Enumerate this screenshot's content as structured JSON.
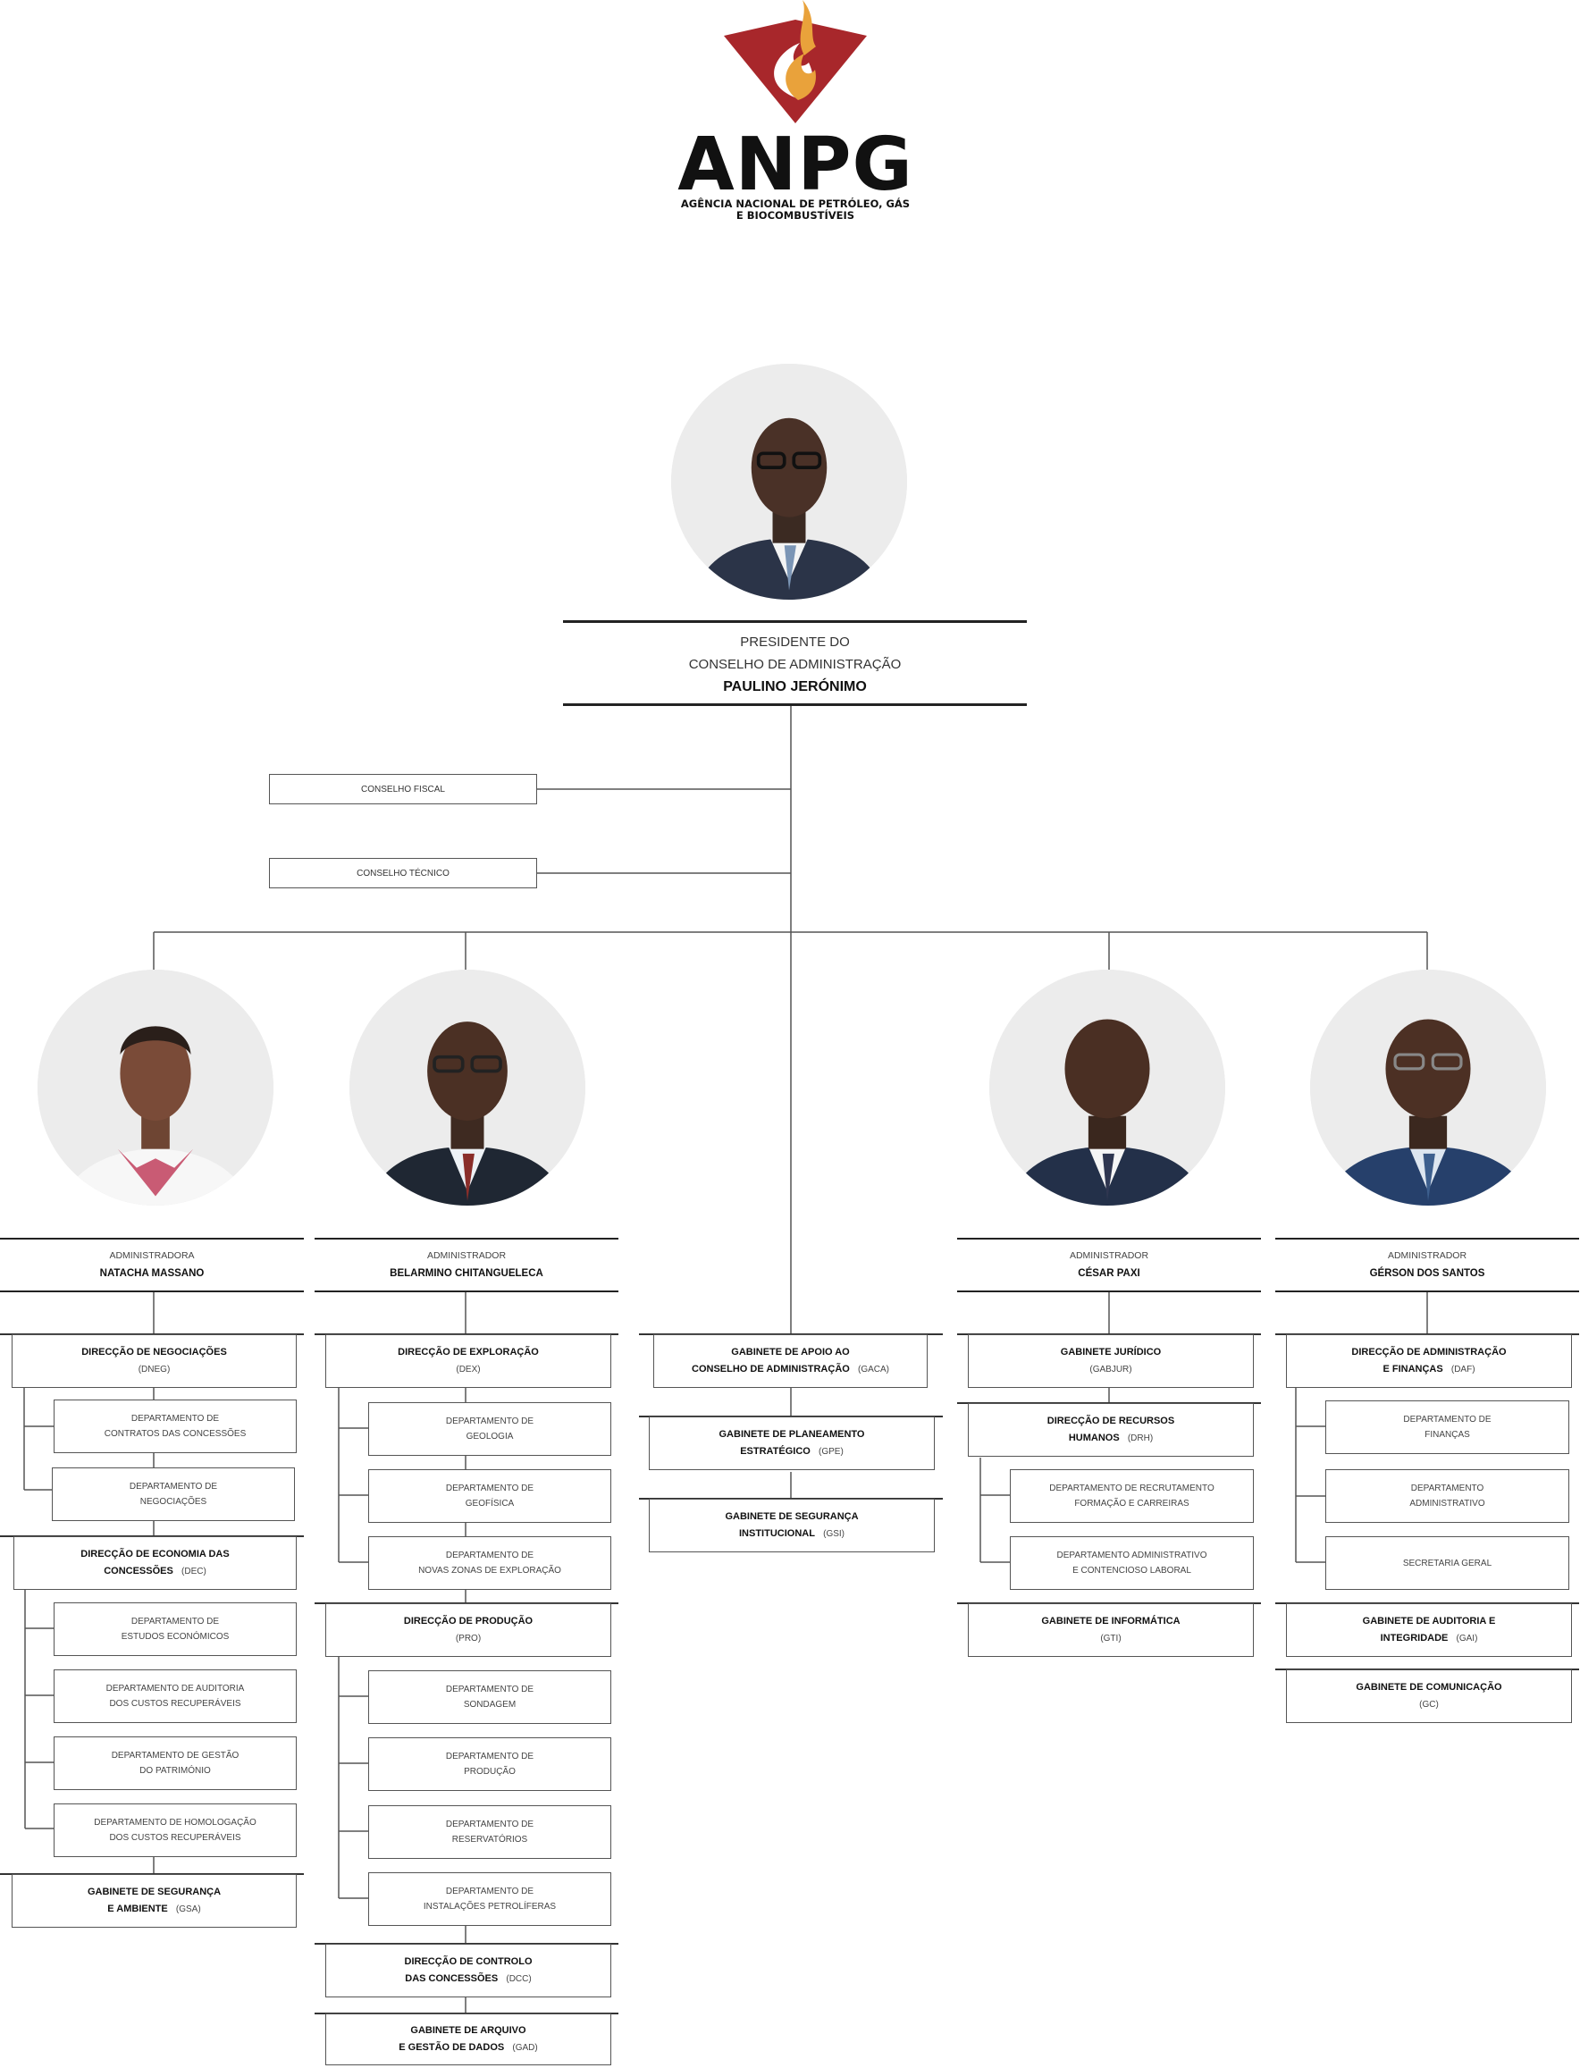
{
  "logo": {
    "name": "ANPG",
    "subtitle_line1": "AGÊNCIA NACIONAL DE PETRÓLEO, GÁS",
    "subtitle_line2": "E BIOCOMBUSTÍVEIS",
    "colors": {
      "red": "#A8272B",
      "flame": "#E9A23B",
      "text": "#111111"
    }
  },
  "president": {
    "title_line1": "PRESIDENTE DO",
    "title_line2": "CONSELHO DE ADMINISTRAÇÃO",
    "name": "PAULINO JERÓNIMO"
  },
  "councils": {
    "fiscal": "CONSELHO FISCAL",
    "tecnico": "CONSELHO TÉCNICO"
  },
  "administrators": {
    "a1": {
      "role": "ADMINISTRADORA",
      "name": "NATACHA MASSANO"
    },
    "a2": {
      "role": "ADMINISTRADOR",
      "name": "BELARMINO CHITANGUELECA"
    },
    "a3": {
      "role": "ADMINISTRADOR",
      "name": "CÉSAR PAXI"
    },
    "a4": {
      "role": "ADMINISTRADOR",
      "name": "GÉRSON DOS SANTOS"
    }
  },
  "col1": {
    "dneg": {
      "line1": "DIRECÇÃO DE NEGOCIAÇÕES",
      "code": "(DNEG)"
    },
    "dneg_d1": {
      "line1": "DEPARTAMENTO DE",
      "line2": "CONTRATOS DAS CONCESSÕES"
    },
    "dneg_d2": {
      "line1": "DEPARTAMENTO DE",
      "line2": "NEGOCIAÇÕES"
    },
    "dec": {
      "line1": "DIRECÇÃO DE ECONOMIA DAS",
      "line2": "CONCESSÕES",
      "code": "(DEC)"
    },
    "dec_d1": {
      "line1": "DEPARTAMENTO DE",
      "line2": "ESTUDOS ECONÓMICOS"
    },
    "dec_d2": {
      "line1": "DEPARTAMENTO DE AUDITORIA",
      "line2": "DOS CUSTOS RECUPERÁVEIS"
    },
    "dec_d3": {
      "line1": "DEPARTAMENTO DE GESTÃO",
      "line2": "DO PATRIMÓNIO"
    },
    "dec_d4": {
      "line1": "DEPARTAMENTO DE HOMOLOGAÇÃO",
      "line2": "DOS CUSTOS RECUPERÁVEIS"
    },
    "gsa": {
      "line1": "GABINETE DE SEGURANÇA",
      "line2": "E AMBIENTE",
      "code": "(GSA)"
    }
  },
  "col2": {
    "dex": {
      "line1": "DIRECÇÃO DE EXPLORAÇÃO",
      "code": "(DEX)"
    },
    "dex_d1": {
      "line1": "DEPARTAMENTO DE",
      "line2": "GEOLOGIA"
    },
    "dex_d2": {
      "line1": "DEPARTAMENTO DE",
      "line2": "GEOFÍSICA"
    },
    "dex_d3": {
      "line1": "DEPARTAMENTO DE",
      "line2": "NOVAS ZONAS DE EXPLORAÇÃO"
    },
    "pro": {
      "line1": "DIRECÇÃO DE PRODUÇÃO",
      "code": "(PRO)"
    },
    "pro_d1": {
      "line1": "DEPARTAMENTO DE",
      "line2": "SONDAGEM"
    },
    "pro_d2": {
      "line1": "DEPARTAMENTO DE",
      "line2": "PRODUÇÃO"
    },
    "pro_d3": {
      "line1": "DEPARTAMENTO DE",
      "line2": "RESERVATÓRIOS"
    },
    "pro_d4": {
      "line1": "DEPARTAMENTO DE",
      "line2": "INSTALAÇÕES PETROLÍFERAS"
    },
    "dcc": {
      "line1": "DIRECÇÃO DE CONTROLO",
      "line2": "DAS CONCESSÕES",
      "code": "(DCC)"
    },
    "gad": {
      "line1": "GABINETE DE ARQUIVO",
      "line2": "E GESTÃO DE DADOS",
      "code": "(GAD)"
    }
  },
  "col3": {
    "gaca": {
      "line1": "GABINETE DE APOIO AO",
      "line2": "CONSELHO DE ADMINISTRAÇÃO",
      "code": "(GACA)"
    },
    "gpe": {
      "line1": "GABINETE DE PLANEAMENTO",
      "line2": "ESTRATÉGICO",
      "code": "(GPE)"
    },
    "gsi": {
      "line1": "GABINETE DE SEGURANÇA",
      "line2": "INSTITUCIONAL",
      "code": "(GSI)"
    }
  },
  "col4": {
    "gabjur": {
      "line1": "GABINETE JURÍDICO",
      "code": "(GABJUR)"
    },
    "drh": {
      "line1": "DIRECÇÃO DE RECURSOS",
      "line2": "HUMANOS",
      "code": "(DRH)"
    },
    "drh_d1": {
      "line1": "DEPARTAMENTO DE RECRUTAMENTO",
      "line2": "FORMAÇÃO E CARREIRAS"
    },
    "drh_d2": {
      "line1": "DEPARTAMENTO ADMINISTRATIVO",
      "line2": "E CONTENCIOSO LABORAL"
    },
    "gti": {
      "line1": "GABINETE DE INFORMÁTICA",
      "code": "(GTI)"
    }
  },
  "col5": {
    "daf": {
      "line1": "DIRECÇÃO DE ADMINISTRAÇÃO",
      "line2": "E FINANÇAS",
      "code": "(DAF)"
    },
    "daf_d1": {
      "line1": "DEPARTAMENTO DE",
      "line2": "FINANÇAS"
    },
    "daf_d2": {
      "line1": "DEPARTAMENTO",
      "line2": "ADMINISTRATIVO"
    },
    "daf_d3": {
      "line1": "SECRETARIA GERAL"
    },
    "gai": {
      "line1": "GABINETE DE AUDITORIA E",
      "line2": "INTEGRIDADE",
      "code": "(GAI)"
    },
    "gc": {
      "line1": "GABINETE DE COMUNICAÇÃO",
      "code": "(GC)"
    }
  }
}
